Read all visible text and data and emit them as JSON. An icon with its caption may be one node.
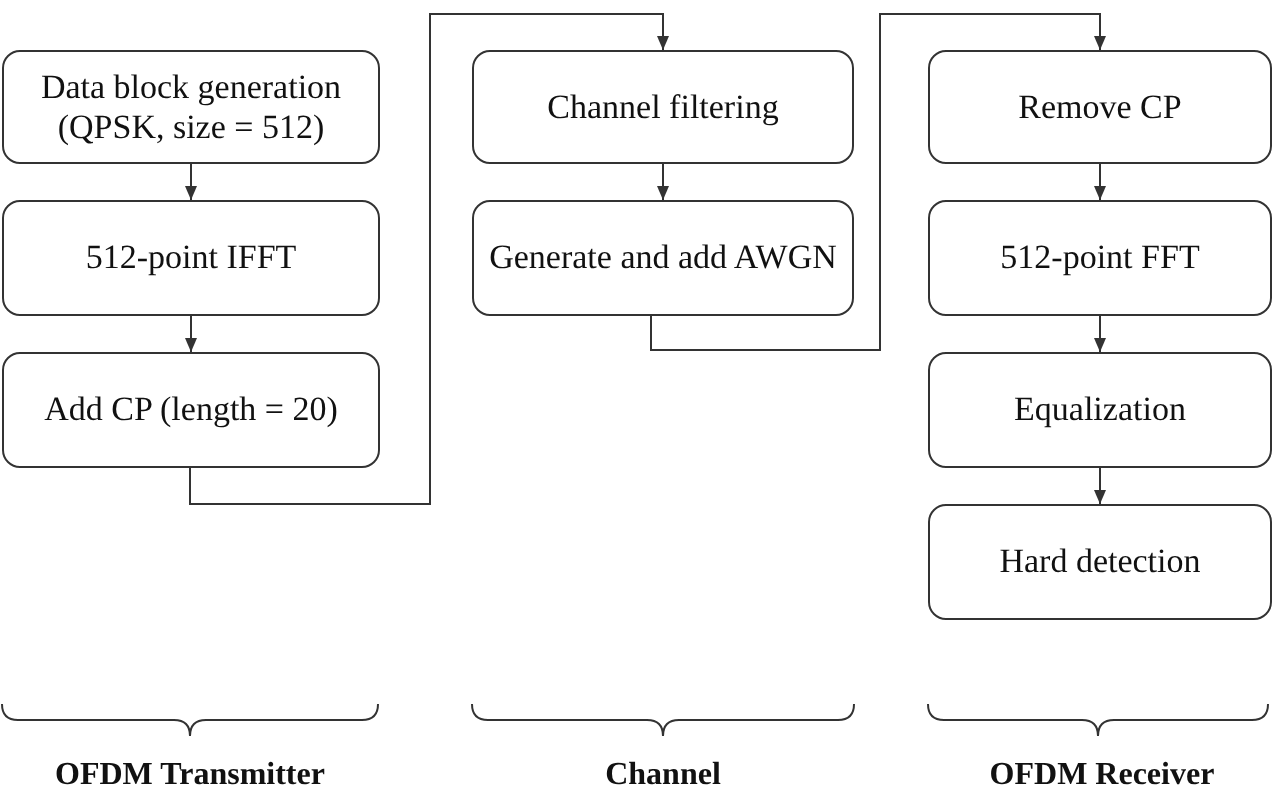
{
  "diagram": {
    "nodes": [
      {
        "text": [
          "Data block generation (QPSK, size = 512)"
        ]
      },
      {
        "text": [
          "512-point IFFT"
        ]
      },
      {
        "text": [
          "Add CP (length = 20)"
        ]
      },
      {
        "text": [
          "Channel filtering"
        ]
      },
      {
        "text": [
          "Generate and add AWGN"
        ]
      },
      {
        "text": [
          "Remove CP"
        ]
      },
      {
        "text": [
          "512-point FFT"
        ]
      },
      {
        "text": [
          "Equalization"
        ]
      },
      {
        "text": [
          "Hard detection"
        ]
      }
    ],
    "edges": [
      {
        "from": 0,
        "to": 1,
        "arrow": "to"
      },
      {
        "from": 1,
        "to": 2,
        "arrow": "to"
      },
      {
        "from": 2,
        "to": 3,
        "arrow": "to"
      },
      {
        "from": 3,
        "to": 4,
        "arrow": "to"
      },
      {
        "from": 4,
        "to": 5,
        "arrow": "to"
      },
      {
        "from": 5,
        "to": 6,
        "arrow": "to"
      },
      {
        "from": 6,
        "to": 7,
        "arrow": "to"
      },
      {
        "from": 7,
        "to": 8,
        "arrow": "to"
      }
    ],
    "labels": [
      "OFDM Transmitter",
      "Channel",
      "OFDM Receiver"
    ]
  }
}
